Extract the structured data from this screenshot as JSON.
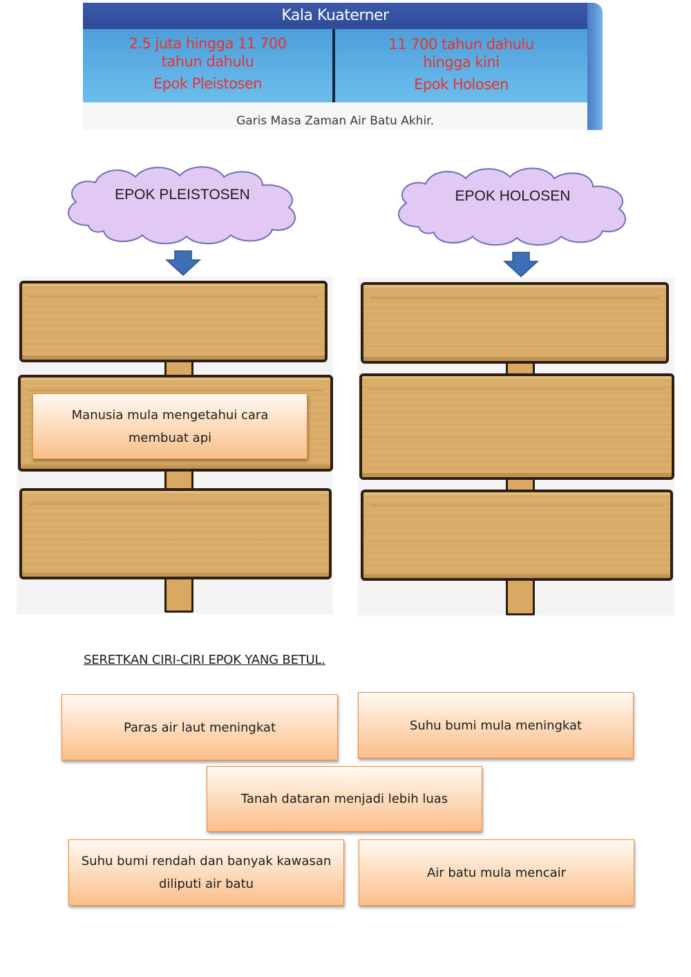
{
  "banner": {
    "title": "Kala Kuaterner",
    "left": {
      "line1": "2.5 juta hingga 11 700",
      "line2": "tahun dahulu",
      "epoch": "Epok Pleistosen"
    },
    "right": {
      "line1": "11 700 tahun dahulu",
      "line2": "hingga kini",
      "epoch": "Epok Holosen"
    },
    "caption": "Garis Masa Zaman Air Batu Akhir."
  },
  "clouds": {
    "left": "EPOK PLEISTOSEN",
    "right": "EPOK HOLOSEN"
  },
  "signposts": {
    "left": {
      "placed_card": "Manusia mula mengetahui cara membuat api"
    }
  },
  "instruction": "SERETKAN CIRI-CIRI EPOK YANG BETUL.",
  "cards": {
    "c1": "Paras air laut meningkat",
    "c2": "Suhu bumi mula meningkat",
    "c3": "Tanah dataran menjadi lebih luas",
    "c4": "Suhu bumi rendah dan banyak kawasan diliputi air batu",
    "c5": "Air batu mula mencair"
  },
  "colors": {
    "banner_blue": "#4e9ed8",
    "banner_text_red": "#e8322f",
    "cloud_fill": "#e2c9f4",
    "arrow_blue": "#3e6fb5",
    "wood": "#ddb16e",
    "card_orange": "#fbbf8a"
  }
}
